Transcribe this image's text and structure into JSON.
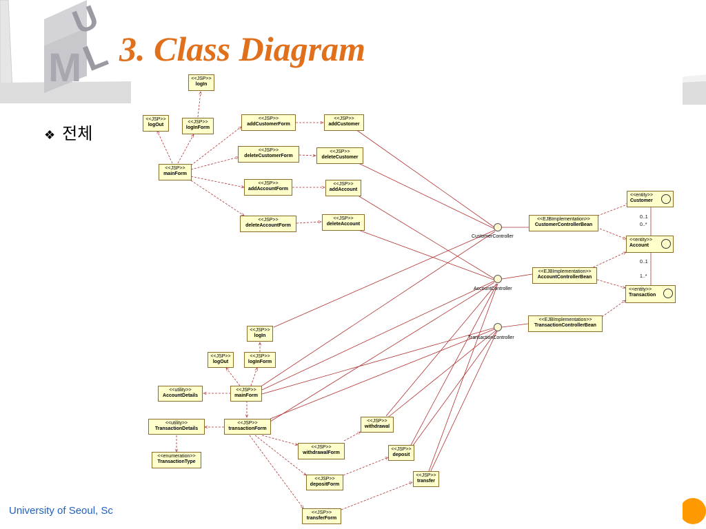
{
  "slide": {
    "title": "3. Class Diagram",
    "bullet_symbol": "❖",
    "bullet_text": "전체",
    "footer": "University of Seoul, Sc",
    "logo_letters": [
      "U",
      "M",
      "L"
    ],
    "colors": {
      "title": "#e0701c",
      "footer": "#2060c0",
      "box_fill": "#ffffcc",
      "edge": "#b03030",
      "orange_circle": "#ff9900"
    }
  },
  "diagram": {
    "nodes": {
      "login_top": {
        "stereotype": "<<JSP>>",
        "name": "logIn"
      },
      "logout_top": {
        "stereotype": "<<JSP>>",
        "name": "logOut"
      },
      "loginform_top": {
        "stereotype": "<<JSP>>",
        "name": "logInForm"
      },
      "mainform_top": {
        "stereotype": "<<JSP>>",
        "name": "mainForm"
      },
      "addcustomerform": {
        "stereotype": "<<JSP>>",
        "name": "addCustomerForm"
      },
      "addcustomer": {
        "stereotype": "<<JSP>>",
        "name": "addCustomer"
      },
      "deletecustomerform": {
        "stereotype": "<<JSP>>",
        "name": "deleteCustomerForm"
      },
      "deletecustomer": {
        "stereotype": "<<JSP>>",
        "name": "deleteCustomer"
      },
      "addaccountform": {
        "stereotype": "<<JSP>>",
        "name": "addAccountForm"
      },
      "addaccount": {
        "stereotype": "<<JSP>>",
        "name": "addAccount"
      },
      "deleteaccountform": {
        "stereotype": "<<JSP>>",
        "name": "deleteAccountForm"
      },
      "deleteaccount": {
        "stereotype": "<<JSP>>",
        "name": "deleteAccount"
      },
      "customercontrollerbean": {
        "stereotype": "<<EJBImplementation>>",
        "name": "CustomerControllerBean"
      },
      "accountcontrollerbean": {
        "stereotype": "<<EJBImplementation>>",
        "name": "AccountControllerBean"
      },
      "transactioncontrollerbean": {
        "stereotype": "<<EJBImplementation>>",
        "name": "TransactionControllerBean"
      },
      "customer_entity": {
        "stereotype": "<<entity>>",
        "name": "Customer"
      },
      "account_entity": {
        "stereotype": "<<entity>>",
        "name": "Account"
      },
      "transaction_entity": {
        "stereotype": "<<entity>>",
        "name": "Transaction"
      },
      "login_bottom": {
        "stereotype": "<<JSP>>",
        "name": "logIn"
      },
      "logout_bottom": {
        "stereotype": "<<JSP>>",
        "name": "logOut"
      },
      "loginform_bottom": {
        "stereotype": "<<JSP>>",
        "name": "logInForm"
      },
      "accountdetails": {
        "stereotype": "<<utility>>",
        "name": "AccountDetails"
      },
      "mainform_bottom": {
        "stereotype": "<<JSP>>",
        "name": "mainForm"
      },
      "transactiondetails": {
        "stereotype": "<<utility>>",
        "name": "TransactionDetails"
      },
      "transactionform": {
        "stereotype": "<<JSP>>",
        "name": "transactionForm"
      },
      "transactiontype": {
        "stereotype": "<<enumeration>>",
        "name": "TransactionType"
      },
      "withdrawal": {
        "stereotype": "<<JSP>>",
        "name": "withdrawal"
      },
      "withdrawalform": {
        "stereotype": "<<JSP>>",
        "name": "withdrawalForm"
      },
      "deposit": {
        "stereotype": "<<JSP>>",
        "name": "deposit"
      },
      "depositform": {
        "stereotype": "<<JSP>>",
        "name": "depositForm"
      },
      "transfer": {
        "stereotype": "<<JSP>>",
        "name": "transfer"
      },
      "transferform": {
        "stereotype": "<<JSP>>",
        "name": "transferForm"
      }
    },
    "interfaces": {
      "customercontroller": "CustomerController",
      "accountcontroller": "AccountController",
      "transactioncontroller": "TransactionController"
    },
    "multiplicities": {
      "customer_account_top": "0..1",
      "customer_account_bottom": "0..*",
      "account_transaction_top": "0..1",
      "account_transaction_bottom": "1..*"
    }
  }
}
